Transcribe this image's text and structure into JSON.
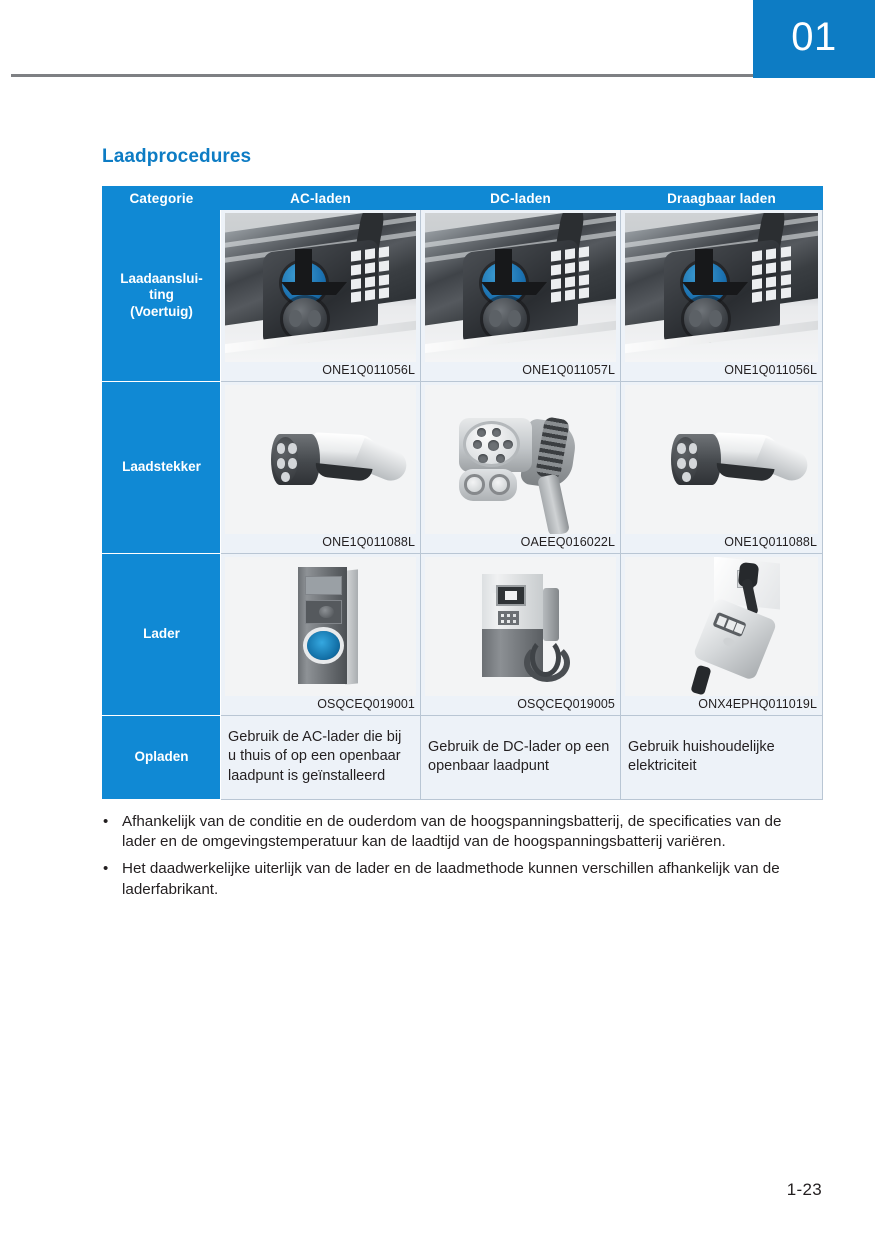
{
  "header": {
    "chapter_number": "01"
  },
  "section": {
    "title": "Laadprocedures"
  },
  "table": {
    "columns": [
      "Categorie",
      "AC-laden",
      "DC-laden",
      "Draagbaar laden"
    ],
    "rows": [
      {
        "label": "Laadaanslui-\nting\n(Voertuig)",
        "label_lines": [
          "Laadaanslui-",
          "ting",
          "(Voertuig)"
        ],
        "cells": [
          {
            "image": "vehicle-charging-port-ac",
            "caption": "ONE1Q011056L"
          },
          {
            "image": "vehicle-charging-port-dc",
            "caption": "ONE1Q011057L"
          },
          {
            "image": "vehicle-charging-port-portable",
            "caption": "ONE1Q011056L"
          }
        ]
      },
      {
        "label": "Laadstekker",
        "cells": [
          {
            "image": "ac-type2-connector",
            "caption": "ONE1Q011088L"
          },
          {
            "image": "dc-ccs-combo-connector",
            "caption": "OAEEQ016022L"
          },
          {
            "image": "ac-type2-connector",
            "caption": "ONE1Q011088L"
          }
        ]
      },
      {
        "label": "Lader",
        "cells": [
          {
            "image": "ac-wallbox-charger",
            "caption": "OSQCEQ019001"
          },
          {
            "image": "dc-fast-charging-station",
            "caption": "OSQCEQ019005"
          },
          {
            "image": "portable-charger-cable",
            "caption": "ONX4EPHQ011019L"
          }
        ]
      },
      {
        "label": "Opladen",
        "cells": [
          {
            "text": "Gebruik de AC-lader die bij u thuis of op een openbaar laadpunt is geïnstalleerd"
          },
          {
            "text": "Gebruik de DC-lader op een openbaar laadpunt"
          },
          {
            "text": "Gebruik huishoudelijke elektriciteit"
          }
        ]
      }
    ]
  },
  "notes": {
    "bullet": "•",
    "items": [
      "Afhankelijk van de conditie en de ouderdom van de hoogspanningsbatterij, de specificaties van de lader en de omgevingstemperatuur kan de laadtijd van de hoogspanningsbatterij variëren.",
      "Het daadwerkelijke uiterlijk van de lader en de laadmethode kunnen verschillen afhankelijk van de laderfabrikant."
    ]
  },
  "footer": {
    "page_number": "1-23"
  },
  "colors": {
    "brand_blue": "#1089d4",
    "tab_blue": "#0d7cc4",
    "rule_gray": "#7e8083",
    "cell_bg": "#edf2f8",
    "border": "#b9c6d4",
    "text": "#231f20"
  }
}
